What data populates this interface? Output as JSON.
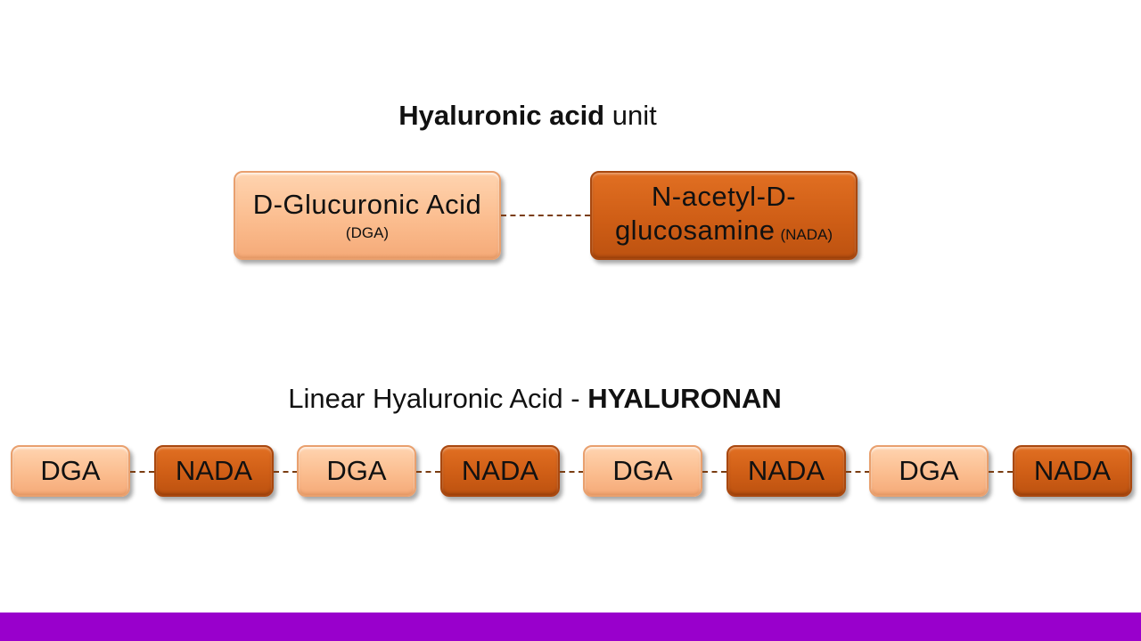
{
  "title": {
    "bold": "Hyaluronic acid",
    "rest": " unit"
  },
  "unit": {
    "dga": {
      "name": "D-Glucuronic Acid",
      "abbr": "(DGA)"
    },
    "nada": {
      "line1": "N-acetyl-D-",
      "line2": "glucosamine",
      "abbr": "(NADA)"
    }
  },
  "subtitle": {
    "normal": "Linear Hyaluronic Acid - ",
    "bold": "HYALURONAN"
  },
  "chain": [
    "DGA",
    "NADA",
    "DGA",
    "NADA",
    "DGA",
    "NADA",
    "DGA",
    "NADA"
  ],
  "colors": {
    "light_box": "#fbbd8f",
    "dark_box": "#cf5e16",
    "connector": "#7a3d12",
    "footer_bar": "#9900cc"
  }
}
